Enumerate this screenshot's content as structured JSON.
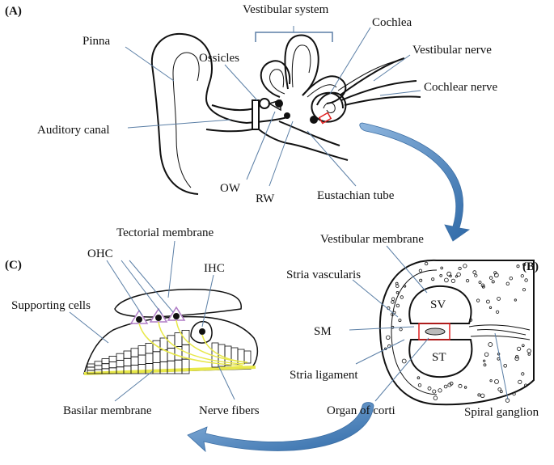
{
  "panels": {
    "a": "(A)",
    "b": "(B)",
    "c": "(C)"
  },
  "labels_a": {
    "vestibular_system": "Vestibular system",
    "cochlea": "Cochlea",
    "pinna": "Pinna",
    "ossicles": "Ossicles",
    "vestibular_nerve": "Vestibular nerve",
    "cochlear_nerve": "Cochlear nerve",
    "auditory_canal": "Auditory canal",
    "ow": "OW",
    "rw": "RW",
    "eustachian_tube": "Eustachian tube"
  },
  "labels_b": {
    "vestibular_membrane": "Vestibular membrane",
    "stria_vascularis": "Stria vascularis",
    "sv": "SV",
    "sm": "SM",
    "st": "ST",
    "stria_ligament": "Stria ligament",
    "organ_of_corti": "Organ of corti",
    "spiral_ganglion": "Spiral ganglion"
  },
  "labels_c": {
    "tectorial_membrane": "Tectorial membrane",
    "ohc": "OHC",
    "ihc": "IHC",
    "supporting_cells": "Supporting cells",
    "basilar_membrane": "Basilar membrane",
    "nerve_fibers": "Nerve fibers"
  },
  "colors": {
    "leader": "#5b7fa6",
    "arrow": "#4a7fb5",
    "highlight": "#e02020",
    "hair_cell": "#b07cc6",
    "nerve": "#e8e84a"
  }
}
